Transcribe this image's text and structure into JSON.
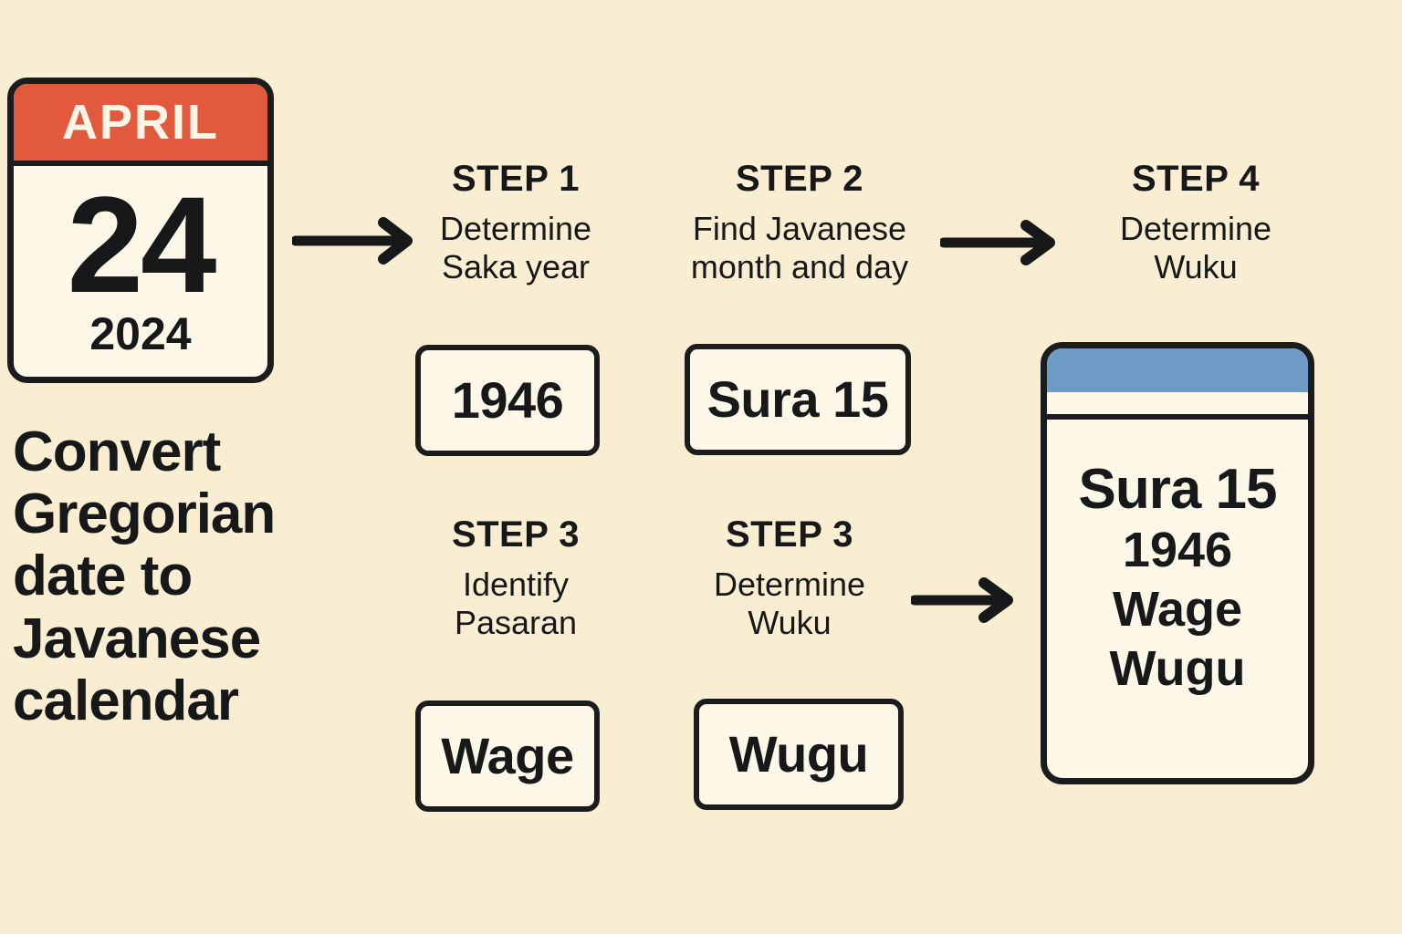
{
  "background_color": "#faeed2",
  "accent_colors": {
    "calendar_header_red": "#e2593d",
    "result_header_blue": "#6d9bc5",
    "outline_black": "#1b1c1e",
    "card_fill_cream": "#fcf7e7"
  },
  "calendar": {
    "month": "APRIL",
    "day": "24",
    "year": "2024"
  },
  "headline": "Convert Gregorian date to Javanese calendar",
  "steps": [
    {
      "id": "step-1",
      "title": "STEP 1",
      "description": "Determine\nSaka year",
      "value": "1946"
    },
    {
      "id": "step-2",
      "title": "STEP 2",
      "description": "Find Javanese\nmonth and day",
      "value": "Sura 15"
    },
    {
      "id": "step-3-pasaran",
      "title": "STEP 3",
      "description": "Identify\nPasaran",
      "value": "Wage"
    },
    {
      "id": "step-3-wuku",
      "title": "STEP 3",
      "description": "Determine\nWuku",
      "value": "Wugu"
    },
    {
      "id": "step-4",
      "title": "STEP 4",
      "description": "Determine\nWuku",
      "value": ""
    }
  ],
  "arrows": [
    {
      "id": "arrow-calendar-to-step1",
      "direction": "right"
    },
    {
      "id": "arrow-step2-to-step4",
      "direction": "right"
    },
    {
      "id": "arrow-step3-to-result",
      "direction": "right"
    }
  ],
  "result": {
    "month_day": "Sura 15",
    "saka_year": "1946",
    "pasaran": "Wage",
    "wuku": "Wugu"
  }
}
